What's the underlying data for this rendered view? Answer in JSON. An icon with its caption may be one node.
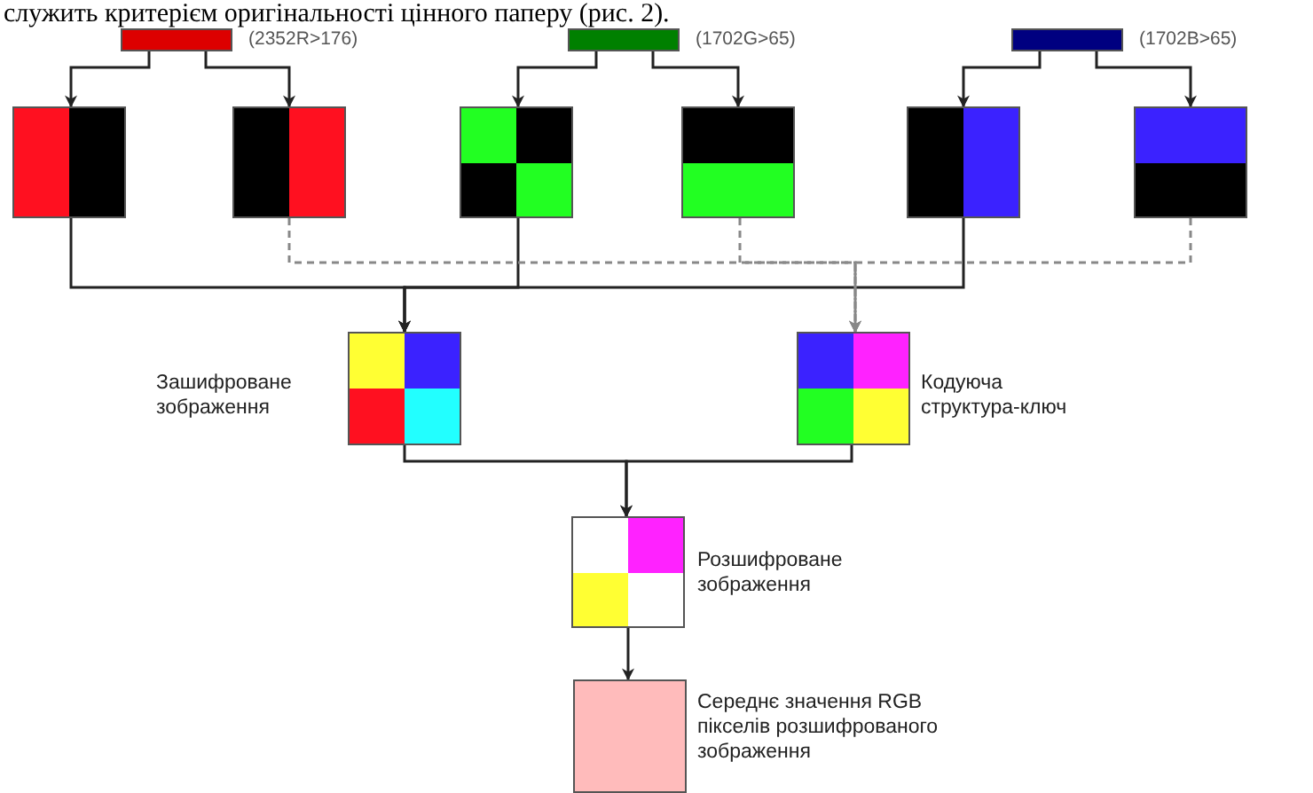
{
  "diagram": {
    "nodes": [
      {
        "text": [],
        "shape": "box",
        "beside": [
          "(2352R>176)"
        ]
      },
      {
        "text": [],
        "shape": "box",
        "beside": [
          "(1702G>65)"
        ]
      },
      {
        "text": [],
        "shape": "box",
        "beside": [
          "(1702B>65)"
        ]
      },
      {
        "text": [],
        "shape": "box"
      },
      {
        "text": [],
        "shape": "box"
      },
      {
        "text": [],
        "shape": "box"
      },
      {
        "text": [],
        "shape": "box"
      },
      {
        "text": [],
        "shape": "box"
      },
      {
        "text": [],
        "shape": "box"
      },
      {
        "text": [],
        "shape": "box",
        "beside": [
          "Зашифроване зображення"
        ]
      },
      {
        "text": [],
        "shape": "box",
        "beside": [
          "Кодуюча структура-ключ"
        ]
      },
      {
        "text": [],
        "shape": "box",
        "beside": [
          "Розшифроване зображення"
        ]
      },
      {
        "text": [],
        "shape": "box",
        "beside": [
          "Середнє значення RGB пікселів розшифрованого зображення"
        ]
      }
    ],
    "edges": [
      {
        "from": 0,
        "to": 3,
        "arrow": "to"
      },
      {
        "from": 0,
        "to": 4,
        "arrow": "to"
      },
      {
        "from": 1,
        "to": 5,
        "arrow": "to"
      },
      {
        "from": 1,
        "to": 6,
        "arrow": "to"
      },
      {
        "from": 2,
        "to": 7,
        "arrow": "to"
      },
      {
        "from": 2,
        "to": 8,
        "arrow": "to"
      },
      {
        "from": 3,
        "to": 9,
        "arrow": "to"
      },
      {
        "from": 5,
        "to": 9,
        "arrow": "to"
      },
      {
        "from": 7,
        "to": 9,
        "arrow": "to"
      },
      {
        "from": 4,
        "to": 10,
        "arrow": "to",
        "style": "dashed",
        "color": "#888888"
      },
      {
        "from": 6,
        "to": 10,
        "arrow": "to",
        "style": "dashed",
        "color": "#888888"
      },
      {
        "from": 8,
        "to": 10,
        "arrow": "to",
        "style": "dashed",
        "color": "#888888"
      },
      {
        "from": 9,
        "to": 11,
        "arrow": "to"
      },
      {
        "from": 10,
        "to": 11,
        "arrow": "to"
      },
      {
        "from": 11,
        "to": 12,
        "arrow": "to"
      }
    ],
    "labels": [
      "служить критерієм оригінальності цінного паперу (рис. 2)."
    ]
  }
}
